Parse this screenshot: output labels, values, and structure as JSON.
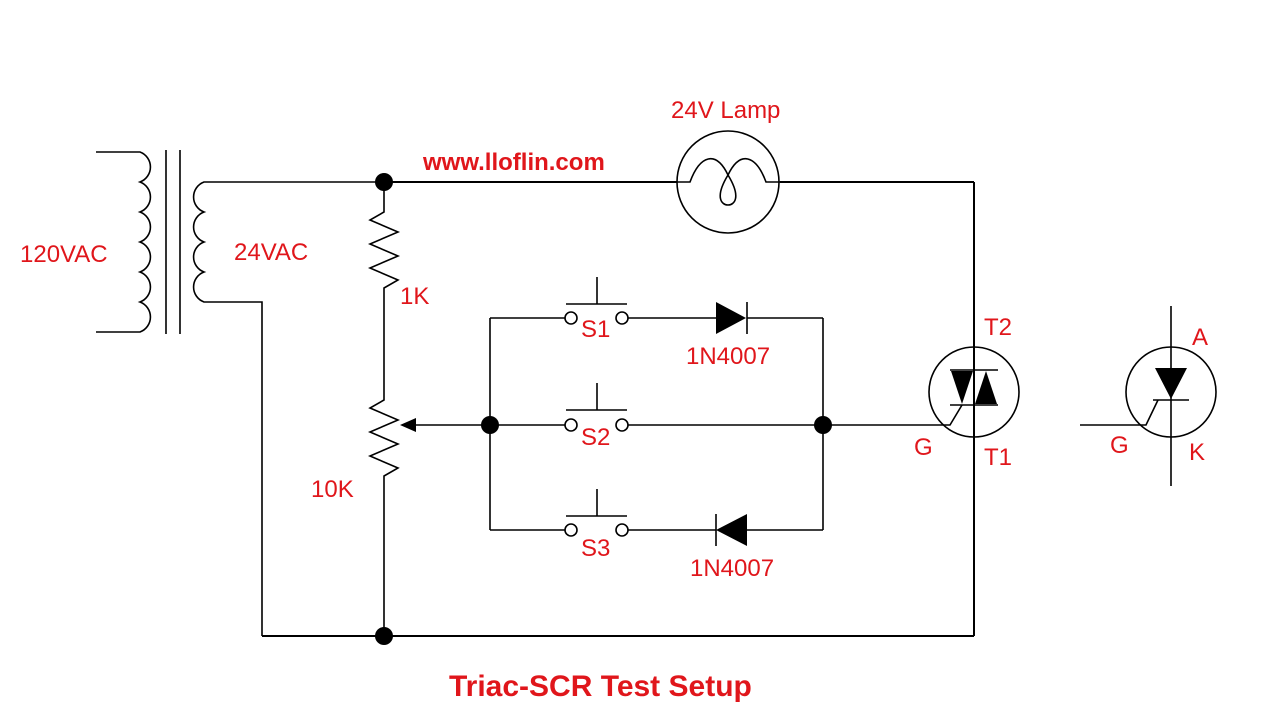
{
  "diagram": {
    "title": "Triac-SCR Test Setup",
    "watermark": "www.lloflin.com",
    "text_color": "#e0161b",
    "line_color": "#000000",
    "components": {
      "transformer": {
        "primary_label": "120VAC",
        "secondary_label": "24VAC"
      },
      "lamp": {
        "label": "24V Lamp"
      },
      "resistor": {
        "label": "1K"
      },
      "potentiometer": {
        "label": "10K"
      },
      "switches": [
        {
          "label": "S1"
        },
        {
          "label": "S2"
        },
        {
          "label": "S3"
        }
      ],
      "diodes": [
        {
          "label": "1N4007"
        },
        {
          "label": "1N4007"
        }
      ],
      "triac": {
        "t2_label": "T2",
        "t1_label": "T1",
        "gate_label": "G"
      },
      "scr": {
        "anode_label": "A",
        "cathode_label": "K",
        "gate_label": "G"
      }
    }
  }
}
